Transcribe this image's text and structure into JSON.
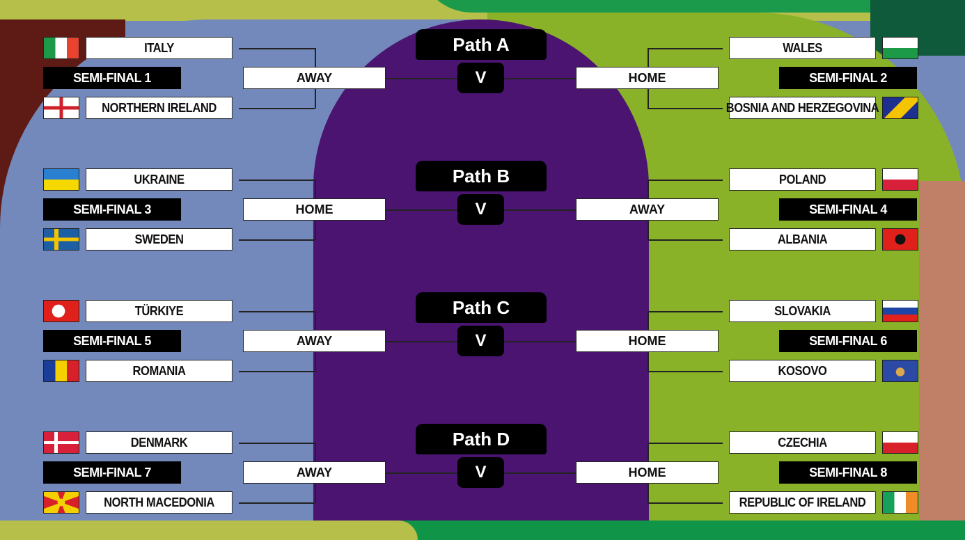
{
  "colors": {
    "blue": "#7489bb",
    "purple": "#4a1470",
    "green": "#8ab228",
    "maroon": "#5e1a14",
    "salmon": "#c08068",
    "darkgreen": "#0f9448"
  },
  "vs_label": "V",
  "paths": [
    {
      "label": "Path A",
      "left": {
        "team1": {
          "name": "ITALY",
          "flag": "italy"
        },
        "semi": "SEMI-FINAL 1",
        "team2": {
          "name": "NORTHERN IRELAND",
          "flag": "northern-ireland"
        },
        "venue": "AWAY"
      },
      "right": {
        "team1": {
          "name": "WALES",
          "flag": "wales"
        },
        "semi": "SEMI-FINAL 2",
        "team2": {
          "name": "BOSNIA AND HERZEGOVINA",
          "flag": "bosnia"
        },
        "venue": "HOME"
      }
    },
    {
      "label": "Path B",
      "left": {
        "team1": {
          "name": "UKRAINE",
          "flag": "ukraine"
        },
        "semi": "SEMI-FINAL 3",
        "team2": {
          "name": "SWEDEN",
          "flag": "sweden"
        },
        "venue": "HOME"
      },
      "right": {
        "team1": {
          "name": "POLAND",
          "flag": "poland"
        },
        "semi": "SEMI-FINAL 4",
        "team2": {
          "name": "ALBANIA",
          "flag": "albania"
        },
        "venue": "AWAY"
      }
    },
    {
      "label": "Path C",
      "left": {
        "team1": {
          "name": "TÜRKIYE",
          "flag": "turkiye"
        },
        "semi": "SEMI-FINAL 5",
        "team2": {
          "name": "ROMANIA",
          "flag": "romania"
        },
        "venue": "AWAY"
      },
      "right": {
        "team1": {
          "name": "SLOVAKIA",
          "flag": "slovakia"
        },
        "semi": "SEMI-FINAL 6",
        "team2": {
          "name": "KOSOVO",
          "flag": "kosovo"
        },
        "venue": "HOME"
      }
    },
    {
      "label": "Path D",
      "left": {
        "team1": {
          "name": "DENMARK",
          "flag": "denmark"
        },
        "semi": "SEMI-FINAL 7",
        "team2": {
          "name": "NORTH MACEDONIA",
          "flag": "north-macedonia"
        },
        "venue": "AWAY"
      },
      "right": {
        "team1": {
          "name": "CZECHIA",
          "flag": "czechia"
        },
        "semi": "SEMI-FINAL 8",
        "team2": {
          "name": "REPUBLIC OF IRELAND",
          "flag": "ireland"
        },
        "venue": "HOME"
      }
    }
  ]
}
